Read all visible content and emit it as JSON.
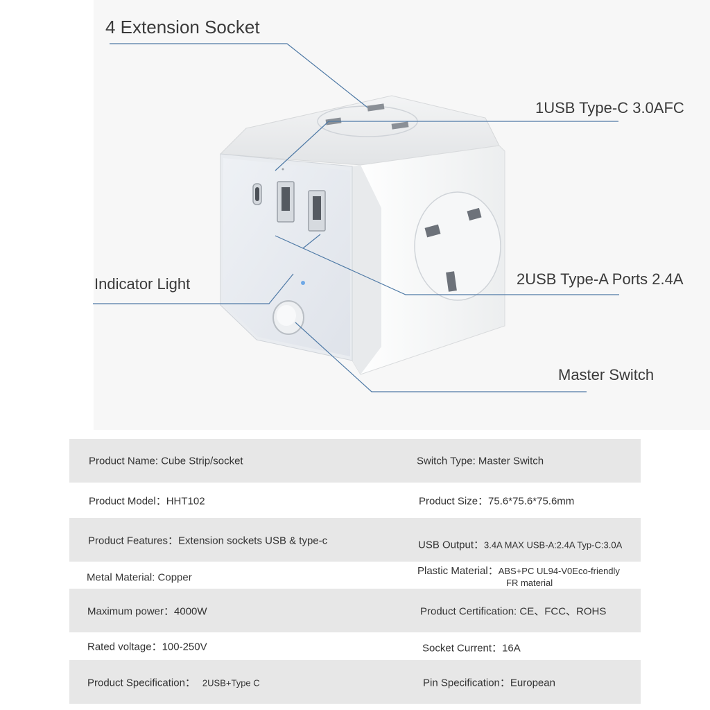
{
  "callouts": {
    "extension_socket": "4 Extension Socket",
    "usb_c": "1USB Type-C 3.0AFC",
    "indicator": "Indicator Light",
    "usb_a": "2USB Type-A Ports 2.4A",
    "master_switch": "Master Switch"
  },
  "specs": [
    {
      "left": "Product Name: Cube Strip/socket",
      "right": "Switch Type: Master Switch"
    },
    {
      "left": "Product Model：HHT102",
      "right": "Product Size：75.6*75.6*75.6mm"
    },
    {
      "left": "Product Features：Extension sockets USB & type-c",
      "right_label": "USB Output：",
      "right_value": "3.4A MAX  USB-A:2.4A Typ-C:3.0A"
    },
    {
      "left": "Metal Material: Copper",
      "right_label": "Plastic Material：",
      "right_value": "ABS+PC UL94-V0Eco-friendly",
      "right_value2": "FR material"
    },
    {
      "left": "Maximum power：4000W",
      "right": "Product Certification: CE、FCC、ROHS"
    },
    {
      "left": "Rated voltage：100-250V",
      "right": "Socket Current：16A"
    },
    {
      "left_label": "Product Specification：",
      "left_value": "2USB+Type C",
      "right": "Pin Specification：European"
    }
  ]
}
